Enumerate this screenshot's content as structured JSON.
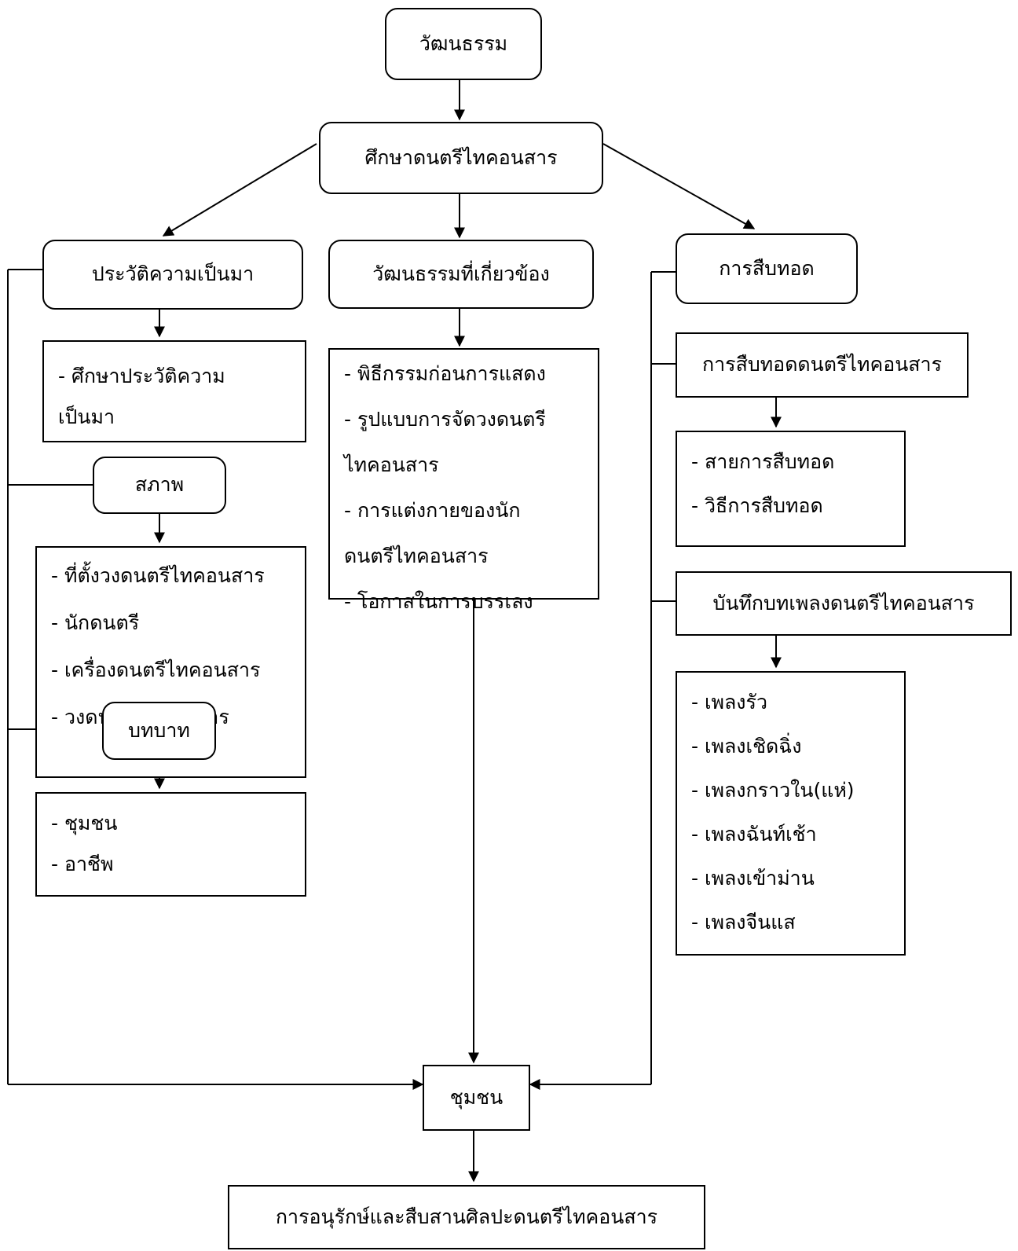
{
  "nodes": {
    "culture": "วัฒนธรรม",
    "study": "ศึกษาดนตรีไทคอนสาร",
    "history": "ประวัติความเป็นมา",
    "related_culture": "วัฒนธรรมที่เกี่ยวข้อง",
    "inheritance": "การสืบทอด",
    "condition": "สภาพ",
    "role": "บทบาท",
    "inheritance_music": "การสืบทอดดนตรีไทคอนสาร",
    "song_record": "บันทึกบทเพลงดนตรีไทคอนสาร",
    "community": "ชุมชน",
    "conservation": "การอนุรักษ์และสืบสานศิลปะดนตรีไทคอนสาร"
  },
  "lists": {
    "history_items": [
      "- ศึกษาประวัติความ\n  เป็นมา"
    ],
    "condition_items": [
      "- ที่ตั้งวงดนตรีไทคอนสาร",
      "- นักดนตรี",
      "- เครื่องดนตรีไทคอนสาร",
      "- วงดนตรีไทคอนสาร"
    ],
    "role_items": [
      "- ชุมชน",
      "- อาชีพ"
    ],
    "culture_items": [
      "- พิธีกรรมก่อนการแสดง",
      "- รูปแบบการจัดวงดนตรี\nไทคอนสาร",
      "- การแต่งกายของนัก\nดนตรีไทคอนสาร",
      "- โอกาสในการบรรเลง"
    ],
    "inheritance_items": [
      "- สายการสืบทอด",
      "- วิธีการสืบทอด"
    ],
    "songs_items": [
      "- เพลงรัว",
      "- เพลงเชิดฉิ่ง",
      "- เพลงกราวใน(แห่)",
      "- เพลงฉันท์เช้า",
      "- เพลงเข้าม่าน",
      "- เพลงจีนแส"
    ]
  },
  "colors": {
    "line": "#000000",
    "background": "#ffffff"
  }
}
